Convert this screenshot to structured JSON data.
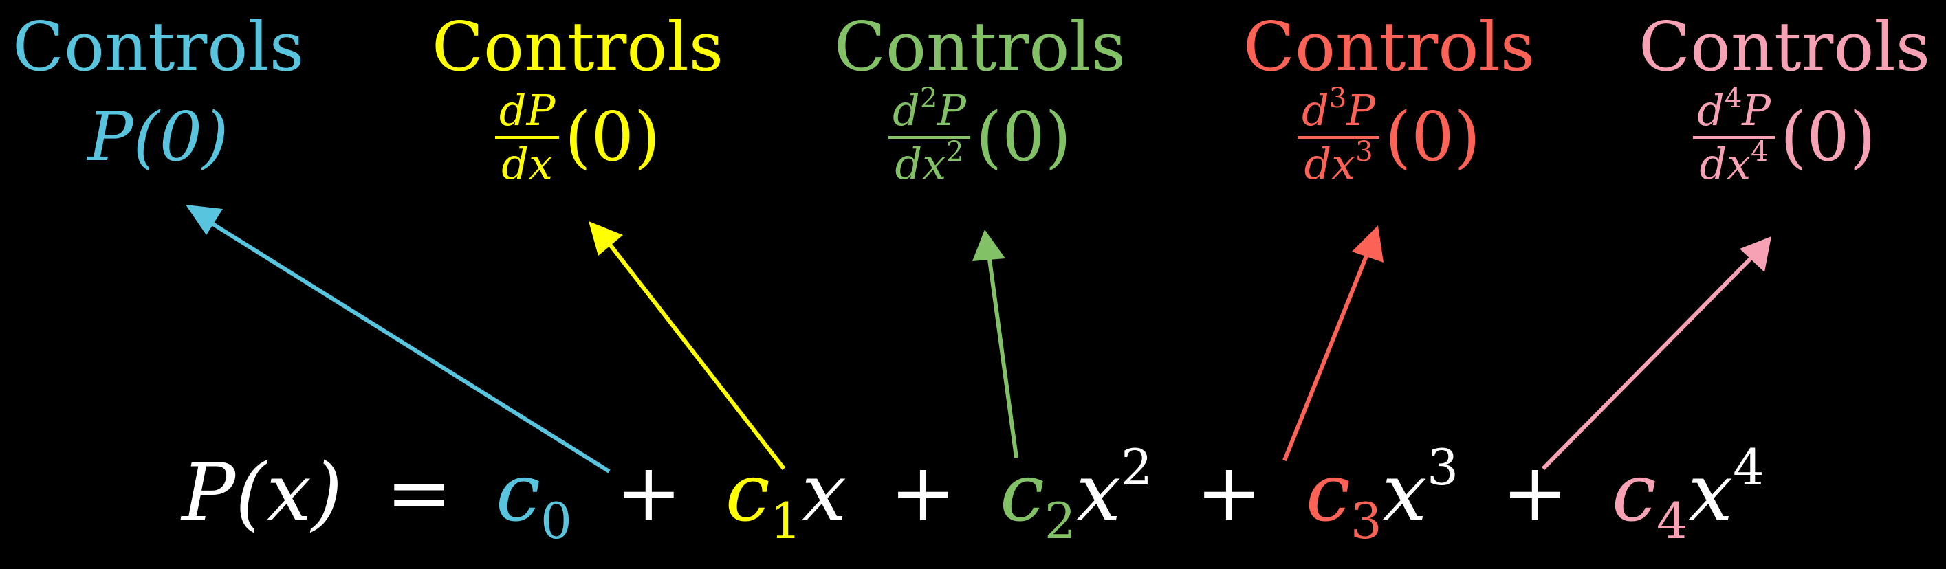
{
  "colors": {
    "background": "#000000",
    "term0": "#58C4DD",
    "term1": "#FFFF00",
    "term2": "#83C167",
    "term3": "#FC6255",
    "term4": "#F7A1B5",
    "equation_text": "#FFFFFF"
  },
  "labels": [
    {
      "word": "Controls",
      "expr_kind": "simple",
      "expr": "P(0)",
      "color_key": "term0"
    },
    {
      "word": "Controls",
      "expr_kind": "fraction",
      "num_letter": "d",
      "num_power": "",
      "num_var": "P",
      "den_letter": "dx",
      "den_power": "",
      "suffix": "(0)",
      "color_key": "term1"
    },
    {
      "word": "Controls",
      "expr_kind": "fraction",
      "num_letter": "d",
      "num_power": "2",
      "num_var": "P",
      "den_letter": "dx",
      "den_power": "2",
      "suffix": "(0)",
      "color_key": "term2"
    },
    {
      "word": "Controls",
      "expr_kind": "fraction",
      "num_letter": "d",
      "num_power": "3",
      "num_var": "P",
      "den_letter": "dx",
      "den_power": "3",
      "suffix": "(0)",
      "color_key": "term3"
    },
    {
      "word": "Controls",
      "expr_kind": "fraction",
      "num_letter": "d",
      "num_power": "4",
      "num_var": "P",
      "den_letter": "dx",
      "den_power": "4",
      "suffix": "(0)",
      "color_key": "term4"
    }
  ],
  "equation": {
    "lhs": "P(x)",
    "equals": "=",
    "plus": "+",
    "terms": [
      {
        "coef": "c",
        "sub": "0",
        "var": "",
        "power": ""
      },
      {
        "coef": "c",
        "sub": "1",
        "var": "x",
        "power": ""
      },
      {
        "coef": "c",
        "sub": "2",
        "var": "x",
        "power": "2"
      },
      {
        "coef": "c",
        "sub": "3",
        "var": "x",
        "power": "3"
      },
      {
        "coef": "c",
        "sub": "4",
        "var": "x",
        "power": "4"
      }
    ]
  }
}
